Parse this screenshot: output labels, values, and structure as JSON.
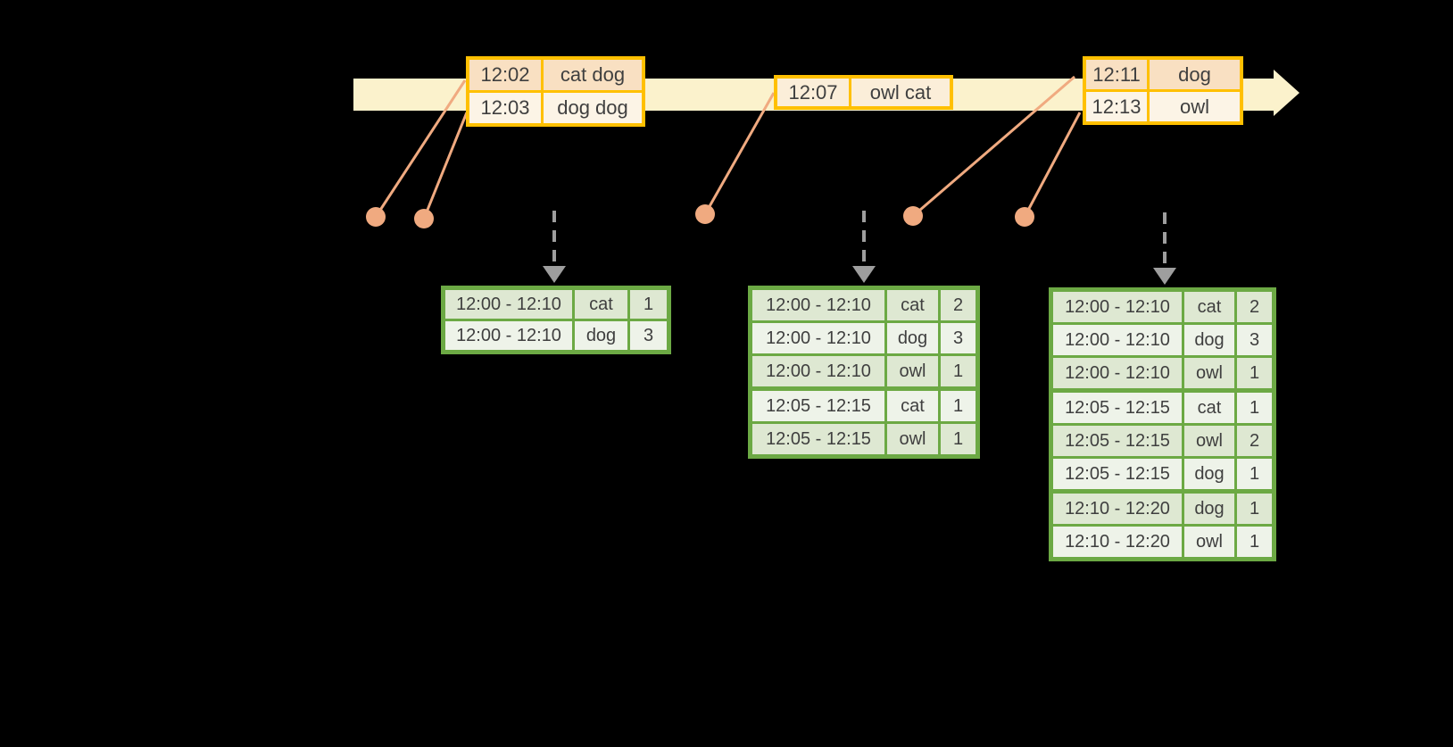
{
  "colors": {
    "background": "#000000",
    "timeline_fill": "#FBF2CC",
    "event_table_border": "#FFC000",
    "event_row_peach": "#F9E0C2",
    "event_row_cream": "#FCF4E6",
    "connector_salmon": "#F0AA80",
    "result_table_border": "#6CA944",
    "result_row_dark": "#DEE8D2",
    "result_row_light": "#EEF3E9",
    "dashed_arrow_gray": "#9E9E9E",
    "text": "#3F3F3F"
  },
  "event_tables": [
    {
      "rows": [
        {
          "time": "12:02",
          "words": "cat dog"
        },
        {
          "time": "12:03",
          "words": "dog dog"
        }
      ]
    },
    {
      "rows": [
        {
          "time": "12:07",
          "words": "owl cat"
        }
      ]
    },
    {
      "rows": [
        {
          "time": "12:11",
          "words": "dog"
        },
        {
          "time": "12:13",
          "words": "owl"
        }
      ]
    }
  ],
  "result_tables": [
    {
      "groups": [
        {
          "rows": [
            {
              "window": "12:00 - 12:10",
              "word": "cat",
              "count": "1"
            },
            {
              "window": "12:00 - 12:10",
              "word": "dog",
              "count": "3"
            }
          ]
        }
      ]
    },
    {
      "groups": [
        {
          "rows": [
            {
              "window": "12:00 - 12:10",
              "word": "cat",
              "count": "2"
            },
            {
              "window": "12:00 - 12:10",
              "word": "dog",
              "count": "3"
            },
            {
              "window": "12:00 - 12:10",
              "word": "owl",
              "count": "1"
            }
          ]
        },
        {
          "rows": [
            {
              "window": "12:05 - 12:15",
              "word": "cat",
              "count": "1"
            },
            {
              "window": "12:05 - 12:15",
              "word": "owl",
              "count": "1"
            }
          ]
        }
      ]
    },
    {
      "groups": [
        {
          "rows": [
            {
              "window": "12:00 - 12:10",
              "word": "cat",
              "count": "2"
            },
            {
              "window": "12:00 - 12:10",
              "word": "dog",
              "count": "3"
            },
            {
              "window": "12:00 - 12:10",
              "word": "owl",
              "count": "1"
            }
          ]
        },
        {
          "rows": [
            {
              "window": "12:05 - 12:15",
              "word": "cat",
              "count": "1"
            },
            {
              "window": "12:05 - 12:15",
              "word": "owl",
              "count": "2"
            },
            {
              "window": "12:05 - 12:15",
              "word": "dog",
              "count": "1"
            }
          ]
        },
        {
          "rows": [
            {
              "window": "12:10 - 12:20",
              "word": "dog",
              "count": "1"
            },
            {
              "window": "12:10 - 12:20",
              "word": "owl",
              "count": "1"
            }
          ]
        }
      ]
    }
  ]
}
